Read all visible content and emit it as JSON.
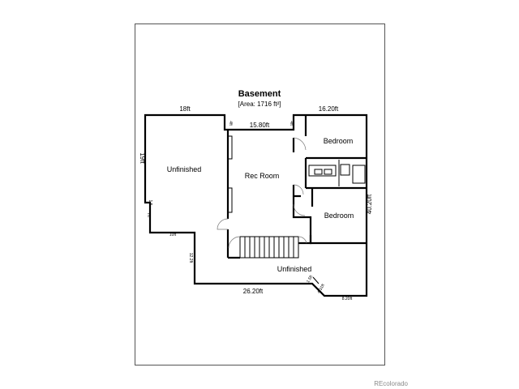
{
  "plan": {
    "title": "Basement",
    "area": "[Area: 1716 ft²]",
    "rooms": {
      "unfinished_left": "Unfinished",
      "rec_room": "Rec Room",
      "bedroom_top": "Bedroom",
      "bedroom_bottom": "Bedroom",
      "unfinished_bottom": "Unfinished"
    },
    "dimensions": {
      "top_left": "18ft",
      "top_mid": "15.80ft",
      "top_right": "16.20ft",
      "left": "19ft",
      "notch_left": "4ft",
      "notch_right": "4ft",
      "right": "40.20ft",
      "step_small": "1.5",
      "step_7": "7ft",
      "step_10": "10ft",
      "step_12": "12.2ft",
      "bottom": "26.20ft",
      "diag_small": "1.5ft",
      "diag": "4.31ft",
      "bottom_right": "8.20ft"
    }
  },
  "watermark": "REcolorado"
}
